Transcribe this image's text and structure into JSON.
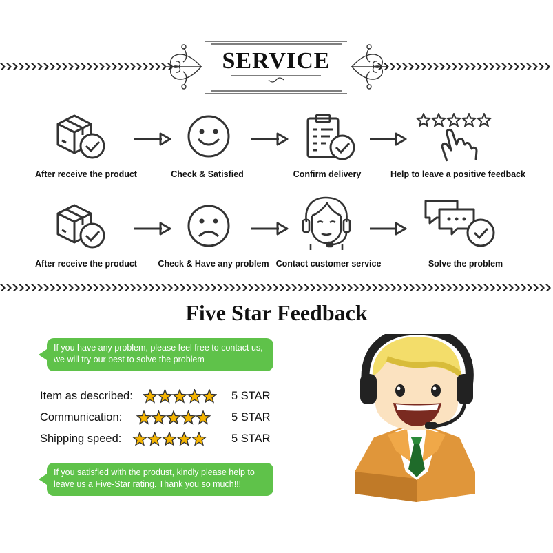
{
  "header": {
    "title": "SERVICE"
  },
  "flow_rows": [
    {
      "steps": [
        {
          "label": "After receive the product",
          "icon": "box-check-icon"
        },
        {
          "label": "Check & Satisfied",
          "icon": "smile-face-icon"
        },
        {
          "label": "Confirm delivery",
          "icon": "clipboard-check-icon"
        },
        {
          "label": "Help to leave a positive feedback",
          "icon": "hand-stars-icon"
        }
      ]
    },
    {
      "steps": [
        {
          "label": "After receive the product",
          "icon": "box-check-icon"
        },
        {
          "label": "Check & Have any problem",
          "icon": "sad-face-icon"
        },
        {
          "label": "Contact customer service",
          "icon": "support-agent-icon"
        },
        {
          "label": "Solve the problem",
          "icon": "chat-check-icon"
        }
      ]
    }
  ],
  "feedback": {
    "title": "Five Star Feedback",
    "bubble_top": "If you have any problem, please feel free to contact us, we will try our best to solve the problem",
    "bubble_bottom": "If you satisfied with the produst, kindly please help to leave us a Five-Star rating. Thank you so much!!!",
    "ratings": [
      {
        "label": "Item as described:",
        "value": "5 STAR",
        "stars": 5
      },
      {
        "label": "Communication:",
        "value": "5 STAR",
        "stars": 5
      },
      {
        "label": "Shipping speed:",
        "value": "5 STAR",
        "stars": 5
      }
    ]
  },
  "colors": {
    "bubble": "#5fc24a",
    "star": "#f5b400",
    "ink": "#222222"
  }
}
